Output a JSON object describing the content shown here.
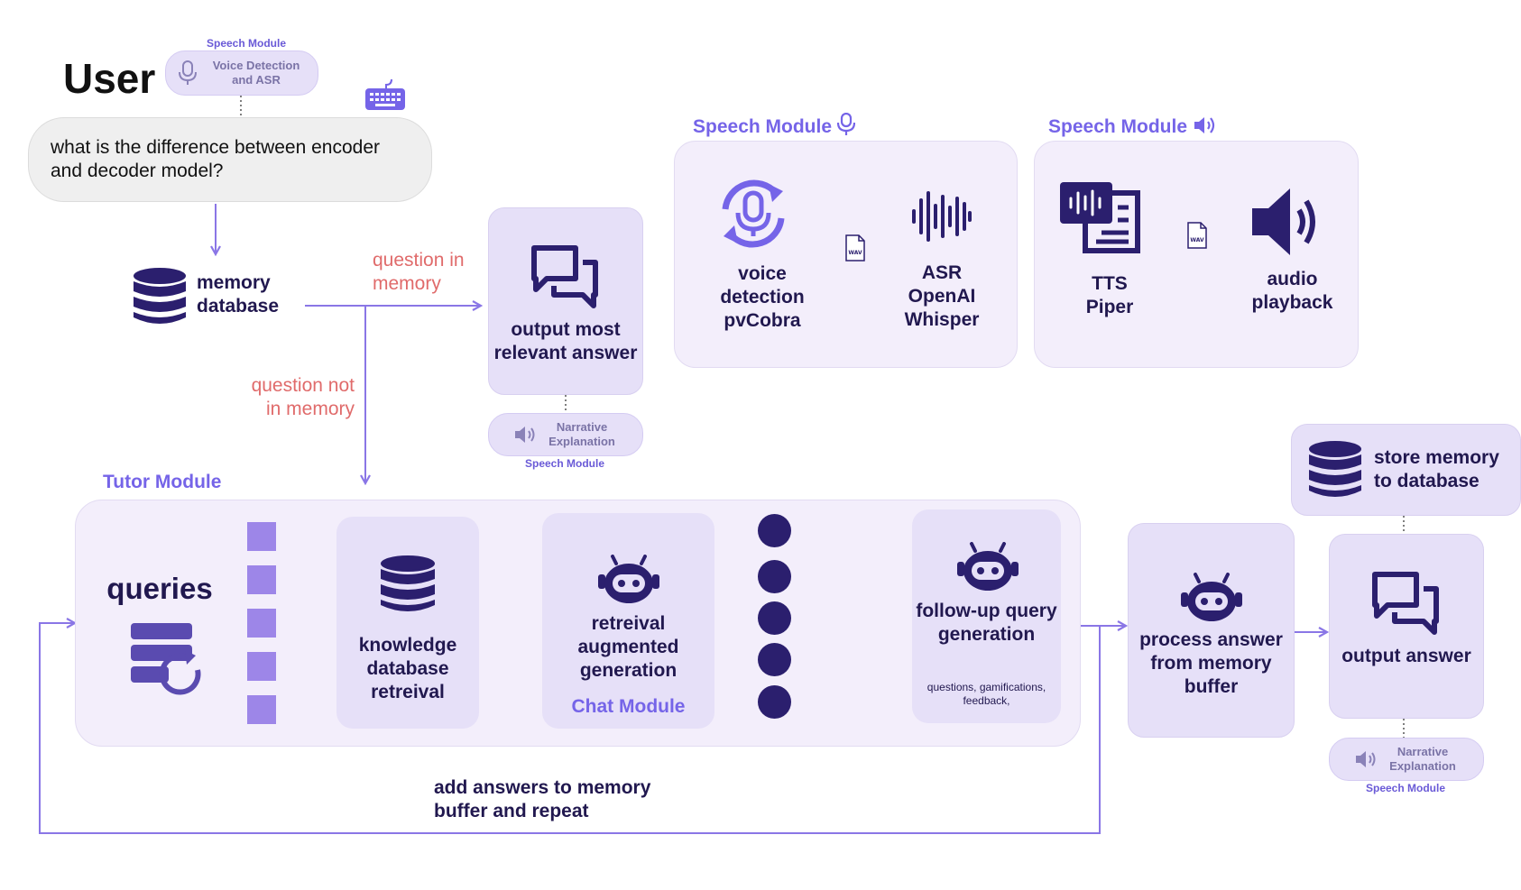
{
  "user": {
    "title": "User",
    "input_pill_module": "Speech Module",
    "input_pill": "Voice Detection and ASR",
    "question": "what is the difference between encoder and decoder model?"
  },
  "memory_db": {
    "label": "memory database"
  },
  "branches": {
    "in_memory": "question in memory",
    "not_in_memory": "question not in memory"
  },
  "output_relevant": {
    "label": "output most relevant answer",
    "pill": "Narrative Explanation",
    "pill_module": "Speech Module"
  },
  "speech_in": {
    "title": "Speech Module",
    "step1": "voice detection pvCobra",
    "step2": "ASR OpenAI Whisper",
    "file_tag": "WAV"
  },
  "speech_out": {
    "title": "Speech Module",
    "step1": "TTS Piper",
    "step2": "audio playback",
    "file_tag": "WAV"
  },
  "tutor": {
    "title": "Tutor Module",
    "queries": "queries",
    "knowledge": "knowledge database retreival",
    "rag": "retreival augmented generation",
    "chat_module": "Chat Module",
    "followup": "follow-up query generation",
    "followup_note": "questions, gamifications, feedback,"
  },
  "process": {
    "label": "process answer from memory buffer"
  },
  "store": {
    "label": "store memory to database"
  },
  "output_answer": {
    "label": "output answer",
    "pill": "Narrative Explanation",
    "pill_module": "Speech Module"
  },
  "loop": {
    "label": "add answers to memory buffer and repeat"
  },
  "colors": {
    "accent": "#7564e8",
    "dark": "#21184f",
    "red": "#e06b6b",
    "panel": "#f3eefb",
    "inner": "#e6e0f8"
  },
  "icons": [
    "microphone-icon",
    "keyboard-icon",
    "database-icon",
    "chat-bubbles-icon",
    "voice-refresh-icon",
    "waveform-icon",
    "tts-icon",
    "speaker-icon",
    "robot-icon",
    "queries-refresh-icon",
    "file-wav-icon"
  ]
}
